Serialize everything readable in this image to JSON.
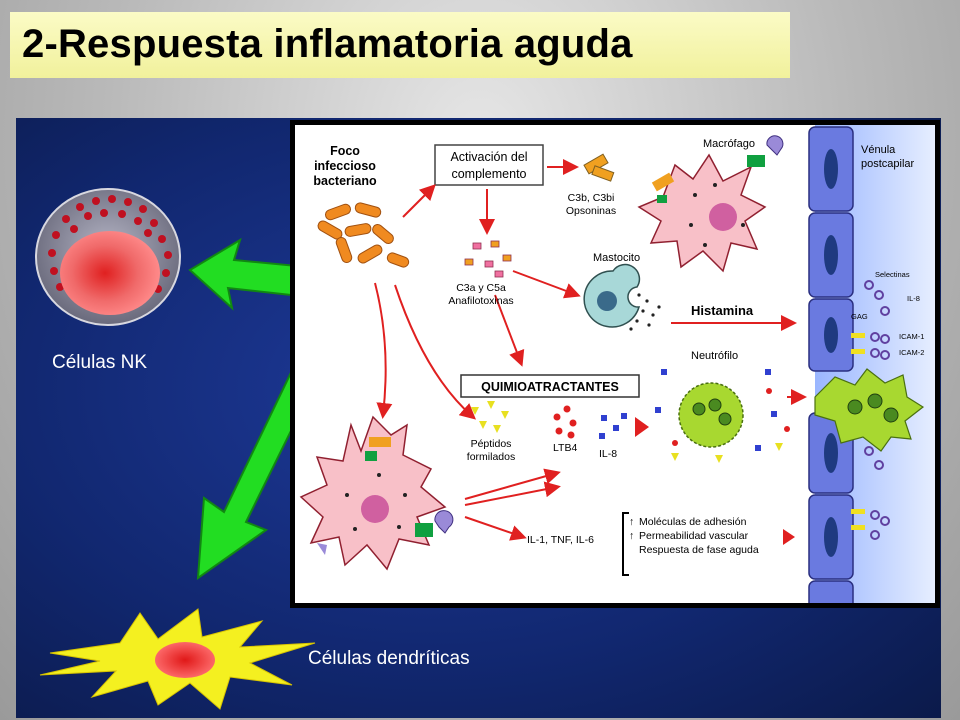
{
  "title": "2-Respuesta inflamatoria aguda",
  "side_labels": {
    "nk": "Células NK",
    "dendritic": "Células dendríticas"
  },
  "diagram": {
    "foco": [
      "Foco",
      "infeccioso",
      "bacteriano"
    ],
    "activacion": [
      "Activación del",
      "complemento"
    ],
    "c3b": [
      "C3b, C3bi",
      "Opsoninas"
    ],
    "macrofago": "Macrófago",
    "venula": [
      "Vénula",
      "postcapilar"
    ],
    "c3a": [
      "C3a y C5a",
      "Anafilotoxinas"
    ],
    "mastocito": "Mastocito",
    "histamina": "Histamina",
    "selectinas": "Selectinas",
    "il8_vessel": "IL-8",
    "gag": "GAG",
    "icam1": "ICAM-1",
    "icam2": "ICAM-2",
    "neutrofilo": "Neutrófilo",
    "quimio": "QUIMIOATRACTANTES",
    "peptidos": [
      "Péptidos",
      "formilados"
    ],
    "ltb4": "LTB4",
    "il8": "IL-8",
    "il1": "IL-1, TNF, IL-6",
    "effects": [
      "Moléculas de adhesión",
      "Permeabilidad vascular",
      "Respuesta de fase aguda"
    ],
    "arrow_up": "↑"
  }
}
